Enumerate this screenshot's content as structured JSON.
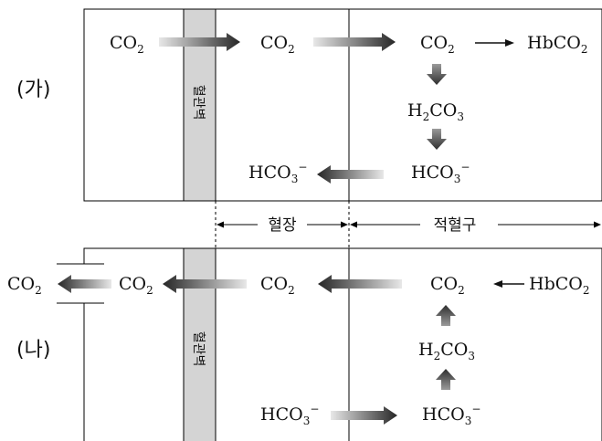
{
  "panels": {
    "ga": {
      "label": "(가)"
    },
    "na": {
      "label": "(나)"
    }
  },
  "labels": {
    "vessel_wall": "혈관벽",
    "plasma": "혈장",
    "rbc": "적혈구"
  },
  "chem": {
    "co2": {
      "main": "CO",
      "sub": "2"
    },
    "hbco2": {
      "main": "HbCO",
      "sub": "2"
    },
    "h2co3": {
      "main": "H",
      "sub": "2",
      "rest": "CO",
      "sub2": "3"
    },
    "hco3": {
      "main": "HCO",
      "sub": "3",
      "sup": "−"
    }
  },
  "colors": {
    "wall_fill": "#d4d4d4",
    "arrow_dark": "#2a2a2a",
    "arrow_light": "#e6e6e6",
    "line": "#000000"
  }
}
